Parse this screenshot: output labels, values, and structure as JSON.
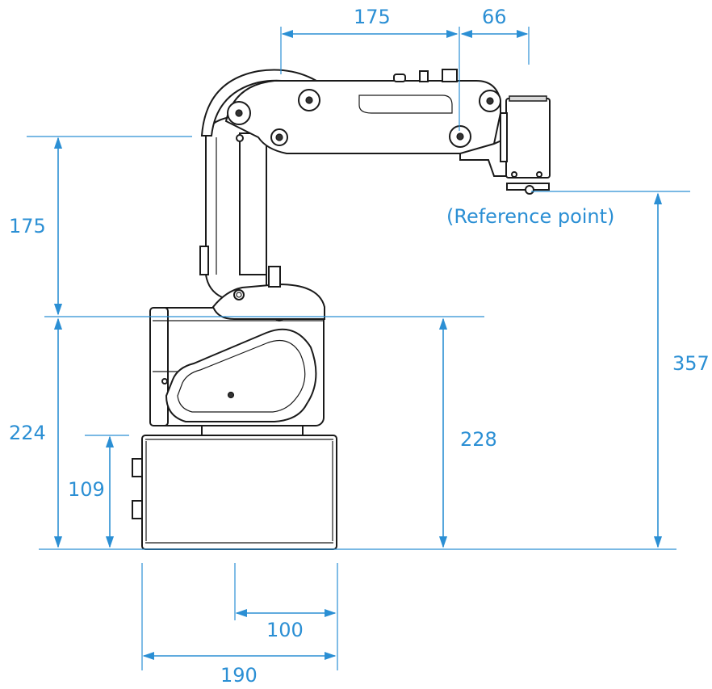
{
  "dimensions": {
    "upper_arm_length": "175",
    "forearm_length": "175",
    "end_offset": "66",
    "shoulder_height": "224",
    "base_height": "109",
    "joint_height": "228",
    "total_height": "357",
    "base_offset": "100",
    "base_width": "190"
  },
  "reference_label": "(Reference point)",
  "colors": {
    "dimension": "#2b8fd4",
    "outline": "#1a1a1a"
  }
}
